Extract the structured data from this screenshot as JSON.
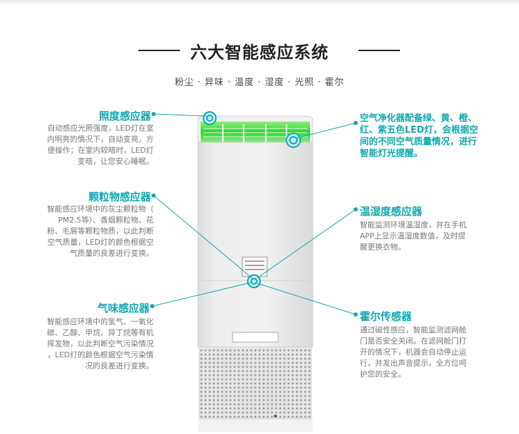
{
  "title": "六大智能感应系统",
  "subtitle": "粉尘 · 异味 · 温度 · 湿度 · 光照 · 霍尔",
  "sensors": {
    "light": {
      "heading": "照度感应器",
      "lines": [
        "自动感应光照强度，LED灯在室",
        "内明亮的情况下，自动变亮，方",
        "便操作；在室内较暗时，LED灯",
        "变暗，让您安心睡眠。"
      ]
    },
    "particle": {
      "heading": "颗粒物感应器",
      "lines": [
        "智能感应环境中的灰尘颗粒物（",
        "PM2.5等）、香烟颗粒物、花",
        "粉、毛屑等颗粒物质，以此判断",
        "空气质量，LED灯的颜色根据空",
        "气质量的良差进行变换。"
      ]
    },
    "odor": {
      "heading": "气味感应器",
      "lines": [
        "智能感应环境中的氢气、一氧化",
        "碳、乙醇、甲烷、异丁烷等有机",
        "挥发物，以此判断空气污染情况",
        "，LED灯的颜色根据空气污染情",
        "况的良差进行变换。"
      ]
    },
    "led": {
      "lines": [
        "空气净化器配备绿、黄、橙、",
        "红、紫五色LED灯，会根据空",
        "间的不同空气质量情况，进行",
        "智能灯光提醒。"
      ]
    },
    "humidity": {
      "heading": "温湿度感应器",
      "lines": [
        "智能监测环境温湿度，并在手机",
        "APP上显示温湿度数值，及时提",
        "醒更换衣物。"
      ]
    },
    "hall": {
      "heading": "霍尔传感器",
      "lines": [
        "通过磁性感应，智能监测滤网舱",
        "门是否安全关闭。在滤网舱门打",
        "开的情况下，机器会自动停止运",
        "行，并发出声音提示，全方位呵",
        "护您的安全。"
      ]
    }
  },
  "colors": {
    "accent": "#10a7b0",
    "led_green": "#3cd24a",
    "body": "#ececec"
  }
}
